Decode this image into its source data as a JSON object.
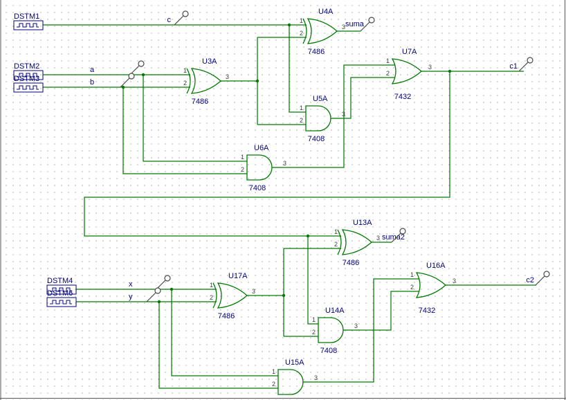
{
  "pins": {
    "p1": "1",
    "p2": "2",
    "p3": "3"
  },
  "stimuli": {
    "dstm1": "DSTM1",
    "dstm2": "DSTM2",
    "dstm3": "DSTM3",
    "dstm4": "DSTM4",
    "dstm6": "DSTM6"
  },
  "gates": {
    "u4a": {
      "ref": "U4A",
      "part": "7486",
      "type": "xor"
    },
    "u3a": {
      "ref": "U3A",
      "part": "7486",
      "type": "xor"
    },
    "u5a": {
      "ref": "U5A",
      "part": "7408",
      "type": "and"
    },
    "u6a": {
      "ref": "U6A",
      "part": "7408",
      "type": "and"
    },
    "u7a": {
      "ref": "U7A",
      "part": "7432",
      "type": "or"
    },
    "u13a": {
      "ref": "U13A",
      "part": "7486",
      "type": "xor"
    },
    "u17a": {
      "ref": "U17A",
      "part": "7486",
      "type": "xor"
    },
    "u14a": {
      "ref": "U14A",
      "part": "7408",
      "type": "and"
    },
    "u16a": {
      "ref": "U16A",
      "part": "7432",
      "type": "or"
    },
    "u15a": {
      "ref": "U15A",
      "type": "and"
    }
  },
  "nets": {
    "c": "c",
    "a": "a",
    "b": "b",
    "x": "x",
    "y": "y",
    "suma": "suma",
    "suma2": "suma2",
    "c1": "c1",
    "c2": "c2"
  },
  "colors": {
    "wire": "#007a00",
    "label": "#000080",
    "pin_number": "#3c3c3c",
    "probe": "#4a4a4a",
    "grid_dot": "#cccccc",
    "background": "#ffffff"
  }
}
